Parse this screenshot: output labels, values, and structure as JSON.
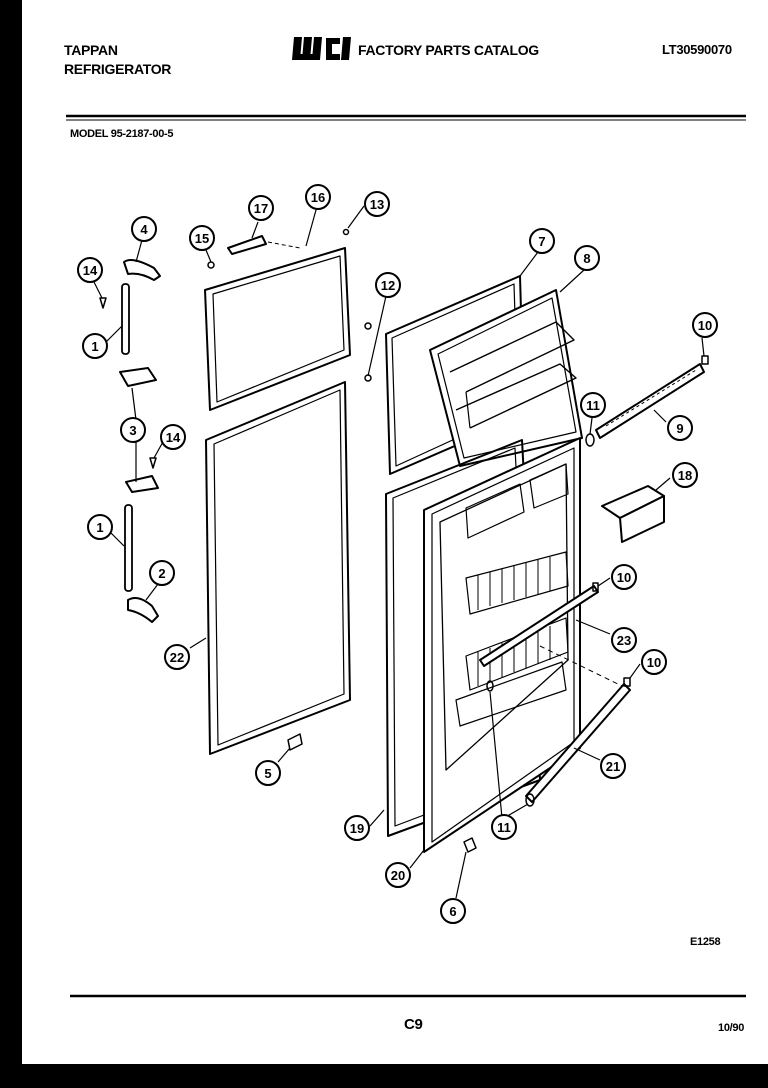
{
  "header": {
    "brand_line1": "TAPPAN",
    "brand_line2": "REFRIGERATOR",
    "logo_text": "WCI",
    "catalog_title": "FACTORY PARTS CATALOG",
    "catalog_number": "LT30590070"
  },
  "model": "MODEL 95-2187-00-5",
  "footer": {
    "drawing_id": "E1258",
    "page": "C9",
    "revision": "10/90"
  },
  "callouts": [
    {
      "id": "c4",
      "label": "4"
    },
    {
      "id": "c14a",
      "label": "14"
    },
    {
      "id": "c1a",
      "label": "1"
    },
    {
      "id": "c3",
      "label": "3"
    },
    {
      "id": "c14b",
      "label": "14"
    },
    {
      "id": "c1b",
      "label": "1"
    },
    {
      "id": "c2",
      "label": "2"
    },
    {
      "id": "c22",
      "label": "22"
    },
    {
      "id": "c5",
      "label": "5"
    },
    {
      "id": "c15",
      "label": "15"
    },
    {
      "id": "c17",
      "label": "17"
    },
    {
      "id": "c16",
      "label": "16"
    },
    {
      "id": "c13",
      "label": "13"
    },
    {
      "id": "c12",
      "label": "12"
    },
    {
      "id": "c7",
      "label": "7"
    },
    {
      "id": "c8",
      "label": "8"
    },
    {
      "id": "c10a",
      "label": "10"
    },
    {
      "id": "c11a",
      "label": "11"
    },
    {
      "id": "c9",
      "label": "9"
    },
    {
      "id": "c18",
      "label": "18"
    },
    {
      "id": "c10b",
      "label": "10"
    },
    {
      "id": "c23",
      "label": "23"
    },
    {
      "id": "c10c",
      "label": "10"
    },
    {
      "id": "c21",
      "label": "21"
    },
    {
      "id": "c11b",
      "label": "11"
    },
    {
      "id": "c19",
      "label": "19"
    },
    {
      "id": "c20",
      "label": "20"
    },
    {
      "id": "c6",
      "label": "6"
    }
  ]
}
